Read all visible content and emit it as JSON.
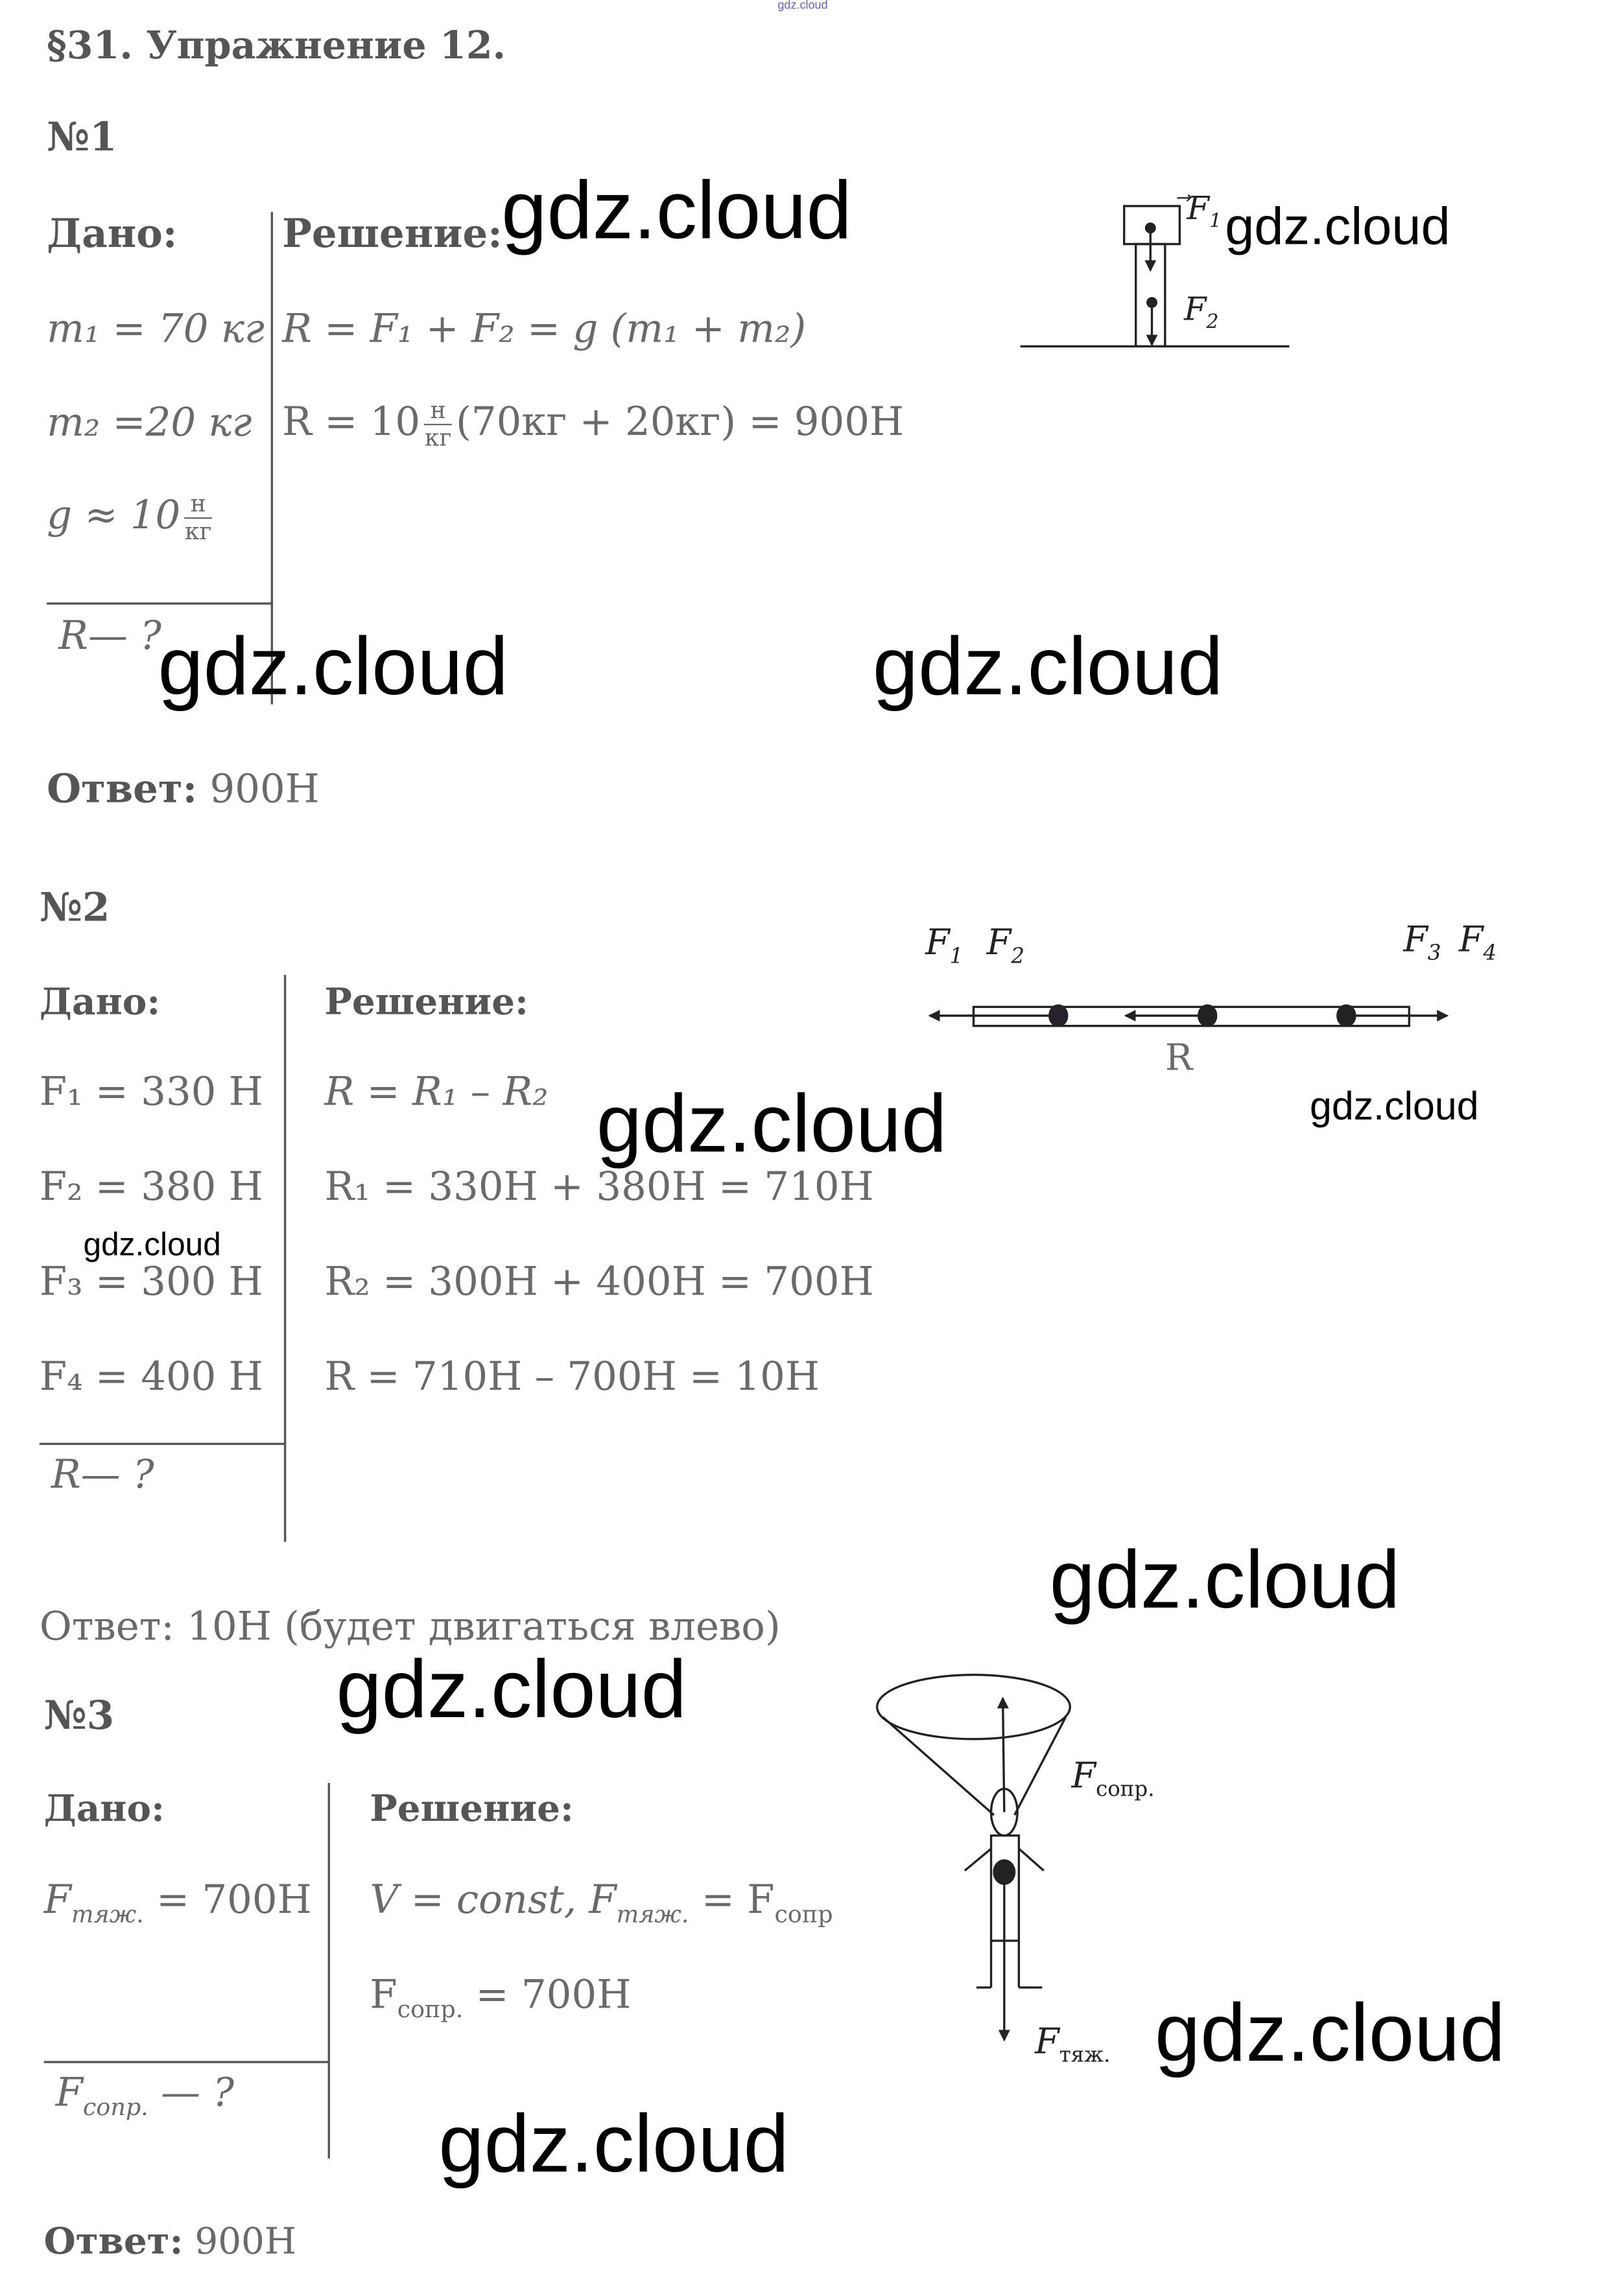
{
  "header": {
    "top_mark": "gdz.cloud",
    "title": "§31. Упражнение 12."
  },
  "watermark": "gdz.cloud",
  "task1": {
    "number": "№1",
    "given_label": "Дано:",
    "solution_label": "Решение:",
    "given": [
      "m₁ = 70 кг",
      "m₂ =20 кг",
      "g ≈ 10"
    ],
    "unit_num": "н",
    "unit_den": "кг",
    "find": "R— ?",
    "solution": [
      "R = F₁ + F₂ = g (m₁ + m₂)",
      "R = 10",
      "(70кг + 20кг) = 900Н"
    ],
    "answer_label": "Ответ:",
    "answer": "900Н",
    "diagram": {
      "f1": "F",
      "f1_sub": "1",
      "f2": "F",
      "f2_sub": "2"
    }
  },
  "task2": {
    "number": "№2",
    "given_label": "Дано:",
    "solution_label": "Решение:",
    "given": [
      "F₁ = 330 Н",
      "F₂ = 380 Н",
      "F₃ = 300 Н",
      "F₄ = 400 Н"
    ],
    "find": "R— ?",
    "solution": [
      "R = R₁ – R₂",
      "R₁ = 330Н + 380Н = 710Н",
      "R₂ = 300Н + 400Н = 700Н",
      "R = 710Н – 700Н = 10Н"
    ],
    "answer": "Ответ: 10Н (будет двигаться влево)",
    "diagram": {
      "labels": [
        "F",
        "F",
        "F",
        "F"
      ],
      "subs": [
        "1",
        "2",
        "3",
        "4"
      ],
      "resultant": "R"
    }
  },
  "task3": {
    "number": "№3",
    "given_label": "Дано:",
    "solution_label": "Решение:",
    "given_f": "F",
    "given_sub": "тяж.",
    "given_val": " = 700Н",
    "find_f": "F",
    "find_sub": "сопр.",
    "find_rest": " — ?",
    "sol1_a": "V = const,  F",
    "sol1_sub": "тяж.",
    "sol1_b": " = F",
    "sol1_sub2": "сопр",
    "sol2_a": "F",
    "sol2_sub": "сопр.",
    "sol2_b": " = 700Н",
    "answer_label": "Ответ:",
    "answer": "900Н",
    "diagram": {
      "f_up": "F",
      "f_up_sub": "сопр.",
      "f_down": "F",
      "f_down_sub": "тяж."
    }
  }
}
